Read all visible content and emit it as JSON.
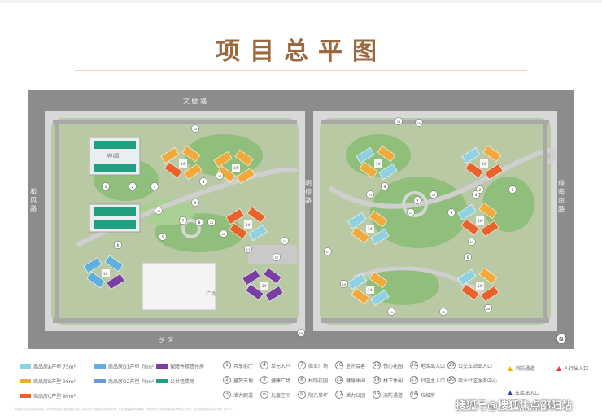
{
  "title": "项目总平图",
  "roads": {
    "top": "文  壁  路",
    "left": "和  风  路",
    "middle": "明  德  路",
    "right": "绿  荫  南  路",
    "bottom": "芝  区"
  },
  "map_labels": {
    "kindergarten": "幼儿园",
    "plaza": "广场",
    "block": "1#",
    "compass": "N"
  },
  "unit_keys": [
    {
      "label": "商品房A产型 75m²",
      "color": "#8fd0e3"
    },
    {
      "label": "商品房B产型 98m²",
      "color": "#f2a93b"
    },
    {
      "label": "商品房C产型 99m²",
      "color": "#e8632c"
    },
    {
      "label": "商品房D1产型 78m²",
      "color": "#5fb0df"
    },
    {
      "label": "商品房D2产型 78m²",
      "color": "#6f96d6"
    },
    {
      "label": "公共租赁房",
      "color": "#21a07f"
    },
    {
      "label": "保障性租赁住房",
      "color": "#7b3fa1"
    }
  ],
  "facilities": [
    {
      "n": "1",
      "label": "共享前厅"
    },
    {
      "n": "2",
      "label": "童梦天地"
    },
    {
      "n": "3",
      "label": "活力跑道"
    },
    {
      "n": "4",
      "label": "单元入户"
    },
    {
      "n": "5",
      "label": "健康广场"
    },
    {
      "n": "6",
      "label": "儿童空间"
    },
    {
      "n": "7",
      "label": "商业广场"
    },
    {
      "n": "8",
      "label": "林荫花园"
    },
    {
      "n": "9",
      "label": "阳光草坪"
    },
    {
      "n": "10",
      "label": "室外会客"
    },
    {
      "n": "11",
      "label": "健身休闲"
    },
    {
      "n": "12",
      "label": "活力公园"
    },
    {
      "n": "13",
      "label": "悦心花园"
    },
    {
      "n": "14",
      "label": "林下休闲"
    },
    {
      "n": "15",
      "label": "消防通道"
    },
    {
      "n": "16",
      "label": "地库出入口"
    },
    {
      "n": "17",
      "label": "社区主入口"
    },
    {
      "n": "18",
      "label": "垃圾房"
    },
    {
      "n": "19",
      "label": "公交车站出入口"
    },
    {
      "n": "20",
      "label": "商业社区服务中心"
    }
  ],
  "markers": [
    {
      "label": "消防通道",
      "color": "#f2b400",
      "glyph": "▲"
    },
    {
      "label": "人行出入口",
      "color": "#e53935",
      "glyph": "▲"
    },
    {
      "label": "车库出入口",
      "color": "#1e4e9c",
      "glyph": "▲"
    }
  ],
  "disclaimer": "本图仅为示意性质展示用，以政府相关部门最终批复为准，实际交付以相关合同约定为准，开发商保留最终解释权，规划设计以当地政府实际审批文件为准，项目周边配套以实际为准（2022）",
  "watermark": "搜狐号@搜狐焦点邵阳站",
  "colors": {
    "title": "#9c6a3f",
    "road": "#8c8c8c",
    "sidewalk": "#d8d8d8",
    "green": "#8fbf7a",
    "path": "#cfcfcf"
  }
}
